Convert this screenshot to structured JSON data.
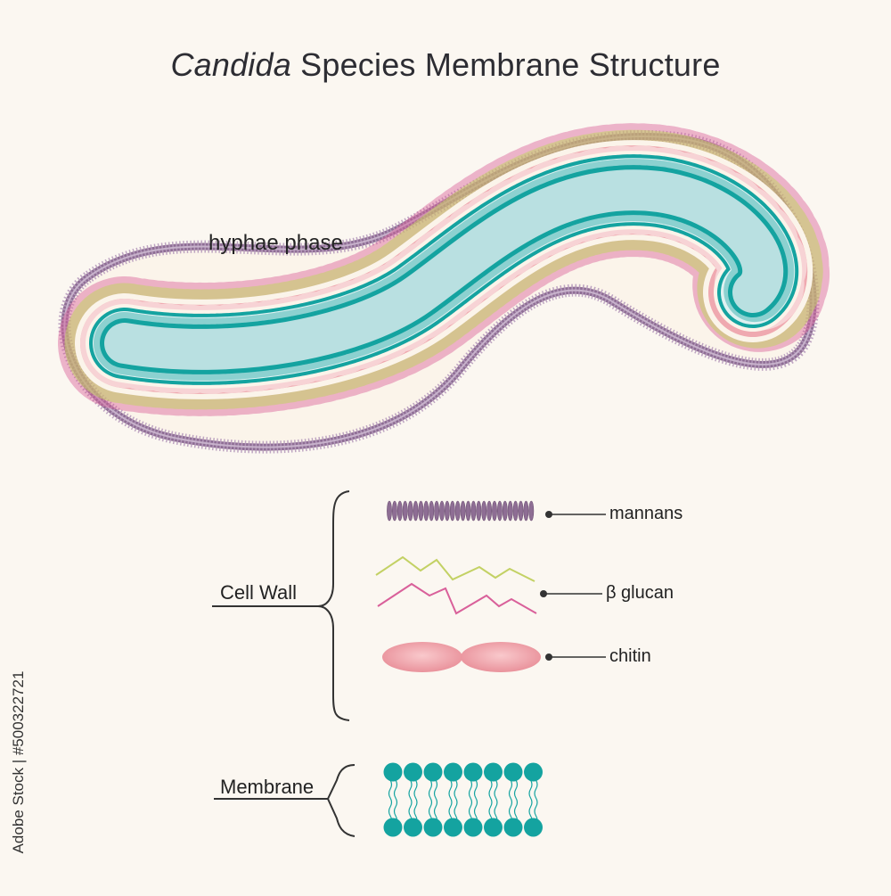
{
  "title": {
    "italic": "Candida",
    "rest": " Species Membrane Structure"
  },
  "phase_label": "hyphae phase",
  "groups": {
    "cell_wall": "Cell Wall",
    "membrane": "Membrane"
  },
  "legend": {
    "mannans": "mannans",
    "glucan": "β glucan",
    "chitin": "chitin"
  },
  "watermark": "Adobe Stock | #500322721",
  "colors": {
    "mannan": "#8e6e94",
    "glucan_green": "#c3d164",
    "glucan_pink": "#d9609a",
    "chitin": "#ec9aa2",
    "membrane_head": "#14a3a0",
    "cytoplasm": "#b9e0e1",
    "background": "#fbf7f1"
  }
}
